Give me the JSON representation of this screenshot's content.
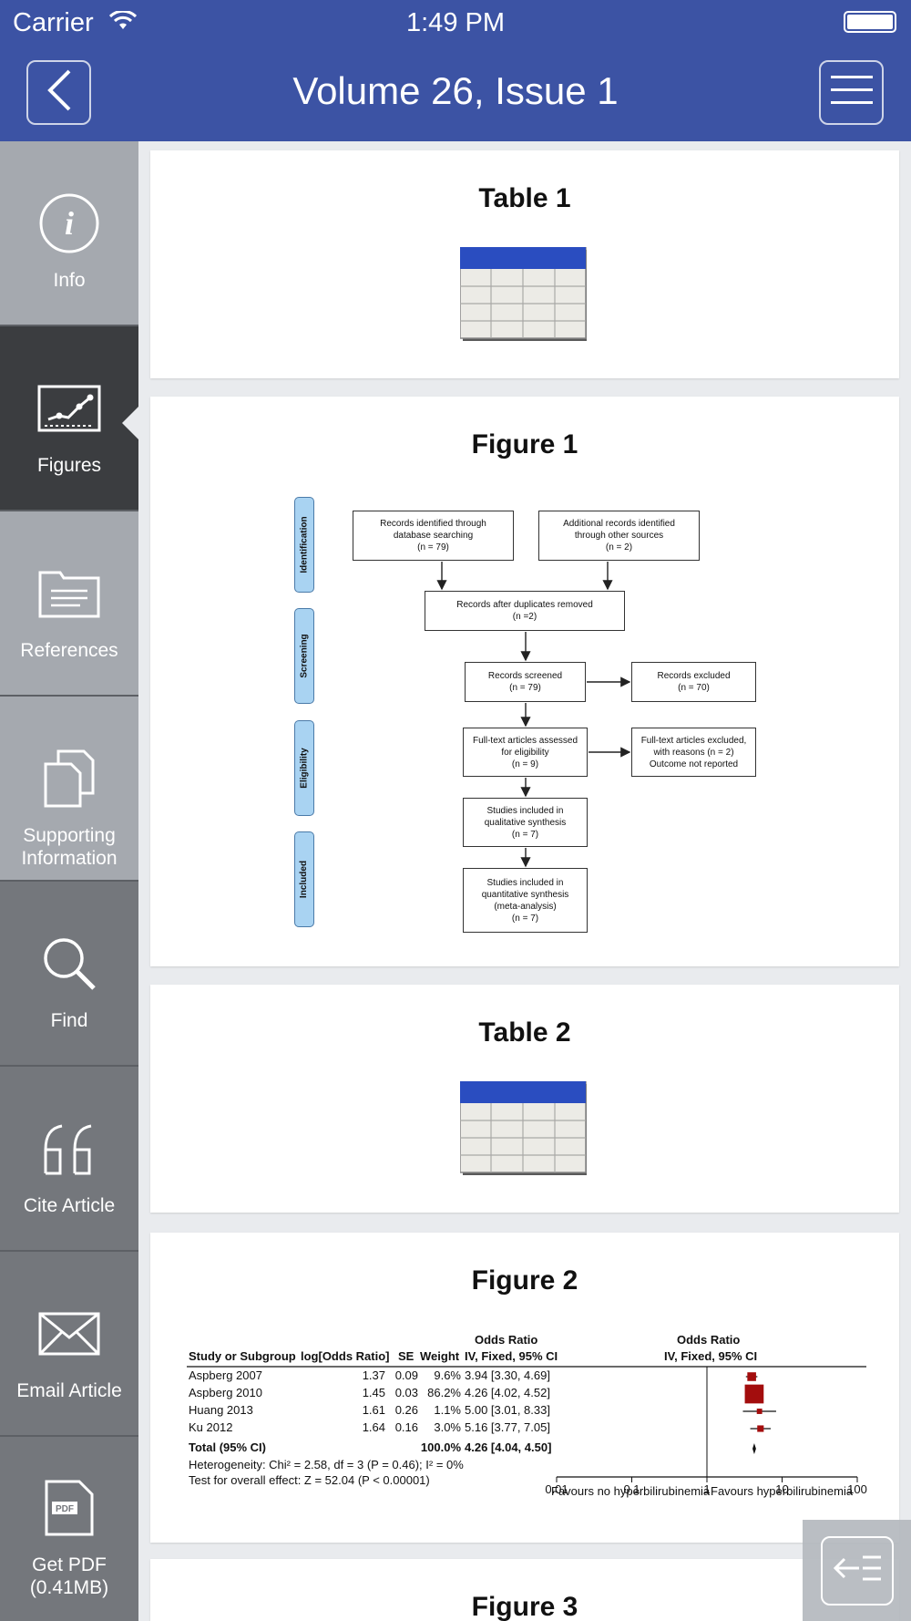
{
  "status": {
    "carrier": "Carrier",
    "time": "1:49 PM"
  },
  "nav": {
    "title": "Volume 26, Issue 1"
  },
  "sidebar": {
    "items": [
      {
        "label": "Info",
        "icon": "info-icon"
      },
      {
        "label": "Figures",
        "icon": "chart-icon"
      },
      {
        "label": "References",
        "icon": "folder-icon"
      },
      {
        "label": "Supporting Information",
        "icon": "documents-icon"
      },
      {
        "label": "Find",
        "icon": "search-icon"
      },
      {
        "label": "Cite Article",
        "icon": "quote-icon"
      },
      {
        "label": "Email Article",
        "icon": "envelope-icon"
      },
      {
        "label": "Get PDF (0.41MB)",
        "icon": "pdf-icon"
      }
    ],
    "pdf_badge": "PDF"
  },
  "cards": {
    "table1": {
      "title": "Table 1"
    },
    "figure1": {
      "title": "Figure 1"
    },
    "table2": {
      "title": "Table 2"
    },
    "figure2": {
      "title": "Figure 2"
    },
    "figure3": {
      "title": "Figure 3"
    }
  },
  "flowchart": {
    "phases": [
      "Identification",
      "Screening",
      "Eligibility",
      "Included"
    ],
    "boxes": {
      "db": [
        "Records identified through",
        "database searching",
        "(n = 79)"
      ],
      "other": [
        "Additional records identified",
        "through other sources",
        "(n = 2)"
      ],
      "dup": [
        "Records after duplicates removed",
        "(n =2)"
      ],
      "screened": [
        "Records screened",
        "(n = 79)"
      ],
      "excluded": [
        "Records excluded",
        "(n = 70)"
      ],
      "fulltext": [
        "Full-text articles assessed",
        "for eligibility",
        "(n = 9)"
      ],
      "ft_excluded": [
        "Full-text articles excluded,",
        "with reasons (n = 2)",
        "Outcome not reported"
      ],
      "qualitative": [
        "Studies included in",
        "qualitative synthesis",
        "(n = 7)"
      ],
      "quantitative": [
        "Studies included in",
        "quantitative synthesis",
        "(meta-analysis)",
        "(n =  7)"
      ]
    }
  },
  "forest": {
    "header_group1": "Odds Ratio",
    "header_group2": "Odds Ratio",
    "columns": [
      "Study or Subgroup",
      "log[Odds Ratio]",
      "SE",
      "Weight",
      "IV, Fixed, 95% CI",
      "IV, Fixed, 95% CI"
    ],
    "rows": [
      {
        "study": "Aspberg 2007",
        "logor": "1.37",
        "se": "0.09",
        "weight": "9.6%",
        "ci": "3.94 [3.30, 4.69]"
      },
      {
        "study": "Aspberg 2010",
        "logor": "1.45",
        "se": "0.03",
        "weight": "86.2%",
        "ci": "4.26 [4.02, 4.52]"
      },
      {
        "study": "Huang 2013",
        "logor": "1.61",
        "se": "0.26",
        "weight": "1.1%",
        "ci": "5.00 [3.01, 8.33]"
      },
      {
        "study": "Ku 2012",
        "logor": "1.64",
        "se": "0.16",
        "weight": "3.0%",
        "ci": "5.16 [3.77, 7.05]"
      }
    ],
    "total": {
      "label": "Total (95% CI)",
      "weight": "100.0%",
      "ci": "4.26 [4.04, 4.50]"
    },
    "heterogeneity": "Heterogeneity: Chi² = 2.58, df = 3 (P = 0.46); I² = 0%",
    "overall": "Test for overall effect: Z = 52.04 (P < 0.00001)",
    "axis_ticks": [
      "0.01",
      "0.1",
      "1",
      "10",
      "100"
    ],
    "favours_left": "Favours no hyperbilirubinemia",
    "favours_right": "Favours hyperbilirubinemia",
    "colors": {
      "marker": "#a30d0d"
    }
  },
  "chart_data": {
    "type": "scatter",
    "title": "",
    "xlabel": "",
    "xscale": "log",
    "xlim": [
      0.01,
      100
    ],
    "series": [
      {
        "name": "",
        "x": [
          3.94,
          4.26,
          5.0,
          5.16
        ],
        "ci_low": [
          3.3,
          4.02,
          3.01,
          3.77
        ],
        "ci_high": [
          4.69,
          4.52,
          8.33,
          7.05
        ],
        "weights": [
          9.6,
          86.2,
          1.1,
          3.0
        ],
        "labels": [
          "Aspberg 2007",
          "Aspberg 2010",
          "Huang 2013",
          "Ku 2012"
        ]
      }
    ],
    "total": {
      "x": 4.26,
      "ci_low": 4.04,
      "ci_high": 4.5
    }
  }
}
